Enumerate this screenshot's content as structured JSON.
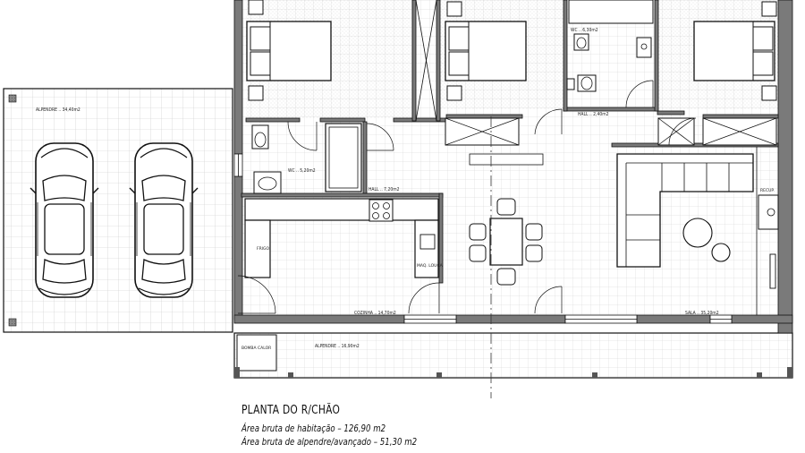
{
  "plan": {
    "rooms": {
      "alpendre_left": "ALPENDRE .. 34,40m2",
      "wc_left": "WC .. 5,20m2",
      "hall_left": "HALL .. 7,20m2",
      "wc_right": "WC .. 6,30m2",
      "hall_right": "HALL .. 2,40m2",
      "cozinha": "COZINHA .. 14,70m2",
      "alpendre_front": "ALPENDRE .. 16,90m2",
      "sala": "SALA .. 35,20m2"
    },
    "fixtures": {
      "frigo": "FRIGO.",
      "maq_louca": "MAQ. LOUÇA",
      "recup": "RECUP.",
      "bomba_calor": "BOMBA CALOR"
    }
  },
  "caption": {
    "title": "PLANTA DO R/CHÃO",
    "line1": "Área bruta de habitação – 126,90 m2",
    "line2": "Área bruta de alpendre/avançado – 51,30 m2"
  }
}
